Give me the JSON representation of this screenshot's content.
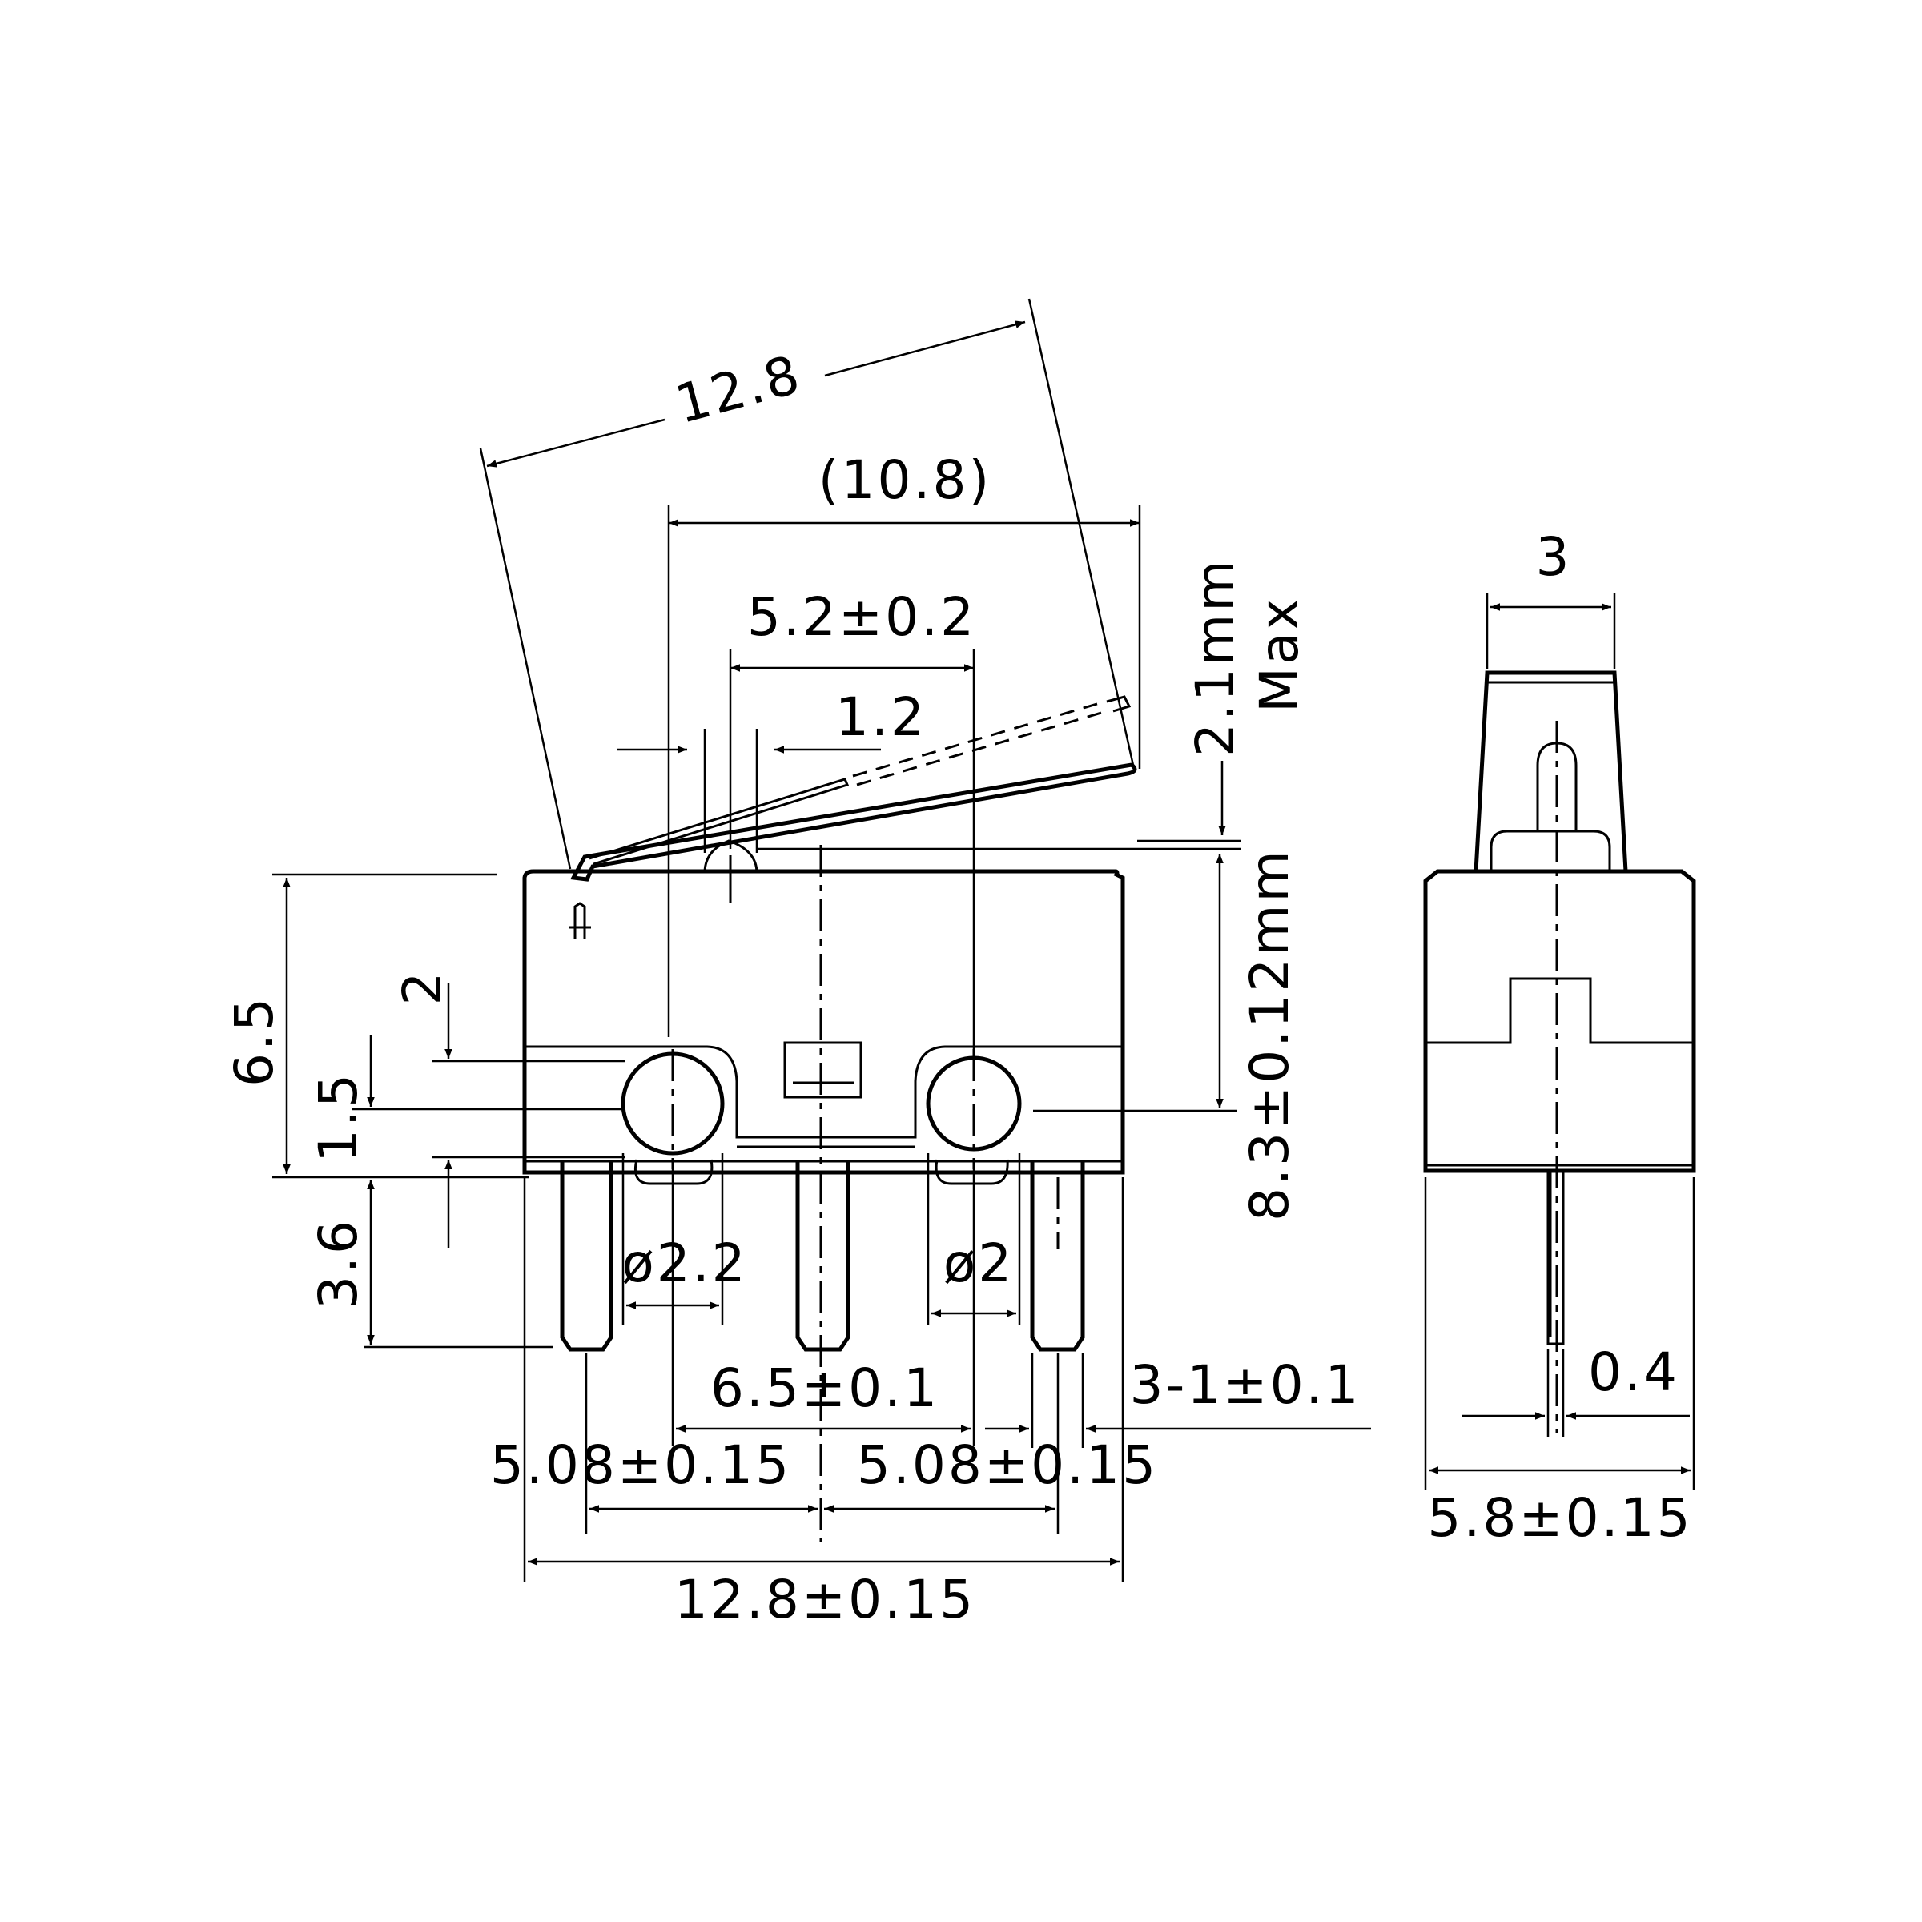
{
  "colors": {
    "ink": "#000000",
    "background": "#ffffff"
  },
  "labels": {
    "lever_length": "12.8",
    "lever_ref": "(10.8)",
    "plunger_pos": "5.2±0.2",
    "plunger_offset": "1.2",
    "travel_a": "2.1mm",
    "travel_b": "Max",
    "operating_height": "8.3±0.12mm",
    "body_height": "6.5",
    "hole_from_top": "2",
    "hole_offset": "1.5",
    "pin_length": "3.6",
    "hole_dia_left": "ø2.2",
    "hole_dia_right": "ø2",
    "hole_pitch": "6.5±0.1",
    "pin_width": "3-1±0.1",
    "pin_pitch_left": "5.08±0.15",
    "pin_pitch_right": "5.08±0.15",
    "body_length": "12.8±0.15",
    "side_plunger_width": "3",
    "side_pin_thickness": "0.4",
    "side_body_width": "5.8±0.15"
  }
}
